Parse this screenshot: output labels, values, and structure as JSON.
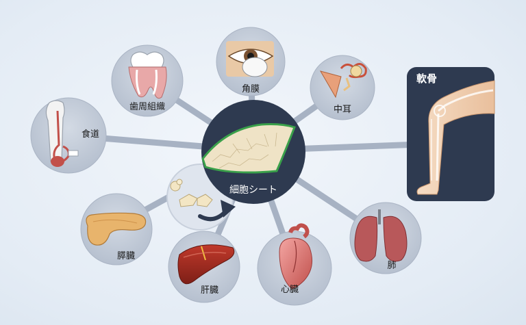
{
  "center": {
    "label": "細胞シート"
  },
  "organs": {
    "esophagus": "食道",
    "periodontal": "歯周組織",
    "cornea": "角膜",
    "middle_ear": "中耳",
    "cartilage": "軟骨",
    "lung": "肺",
    "heart": "心臓",
    "liver": "肝臓",
    "pancreas": "膵臓"
  },
  "colors": {
    "node_fill": "#bfc8d6",
    "center_fill": "#2e3a50",
    "connector": "#a7b2c3",
    "cartilage_panel": "#2e3a50"
  }
}
